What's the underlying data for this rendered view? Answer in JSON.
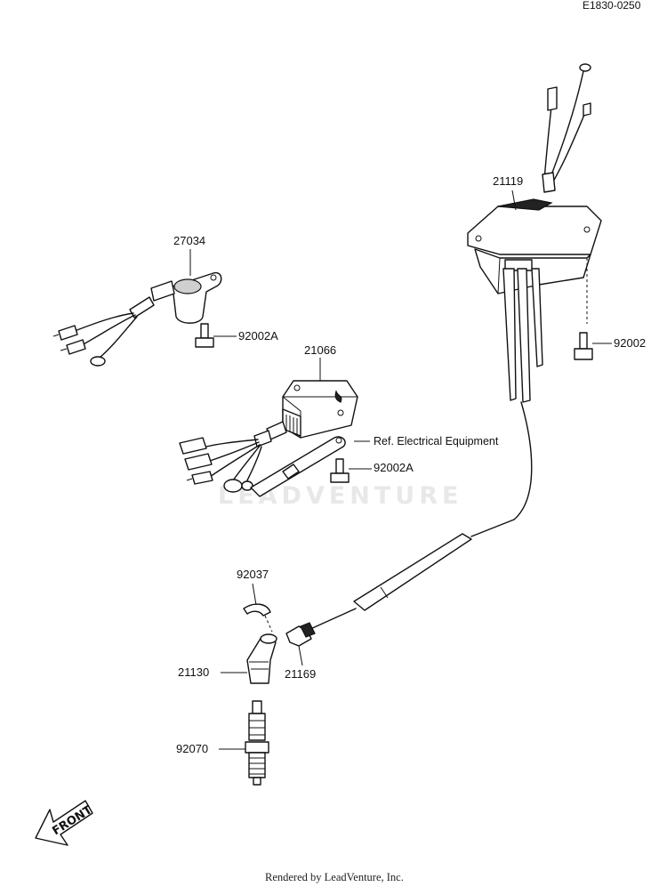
{
  "header": {
    "code": "E1830-0250"
  },
  "watermark": "LEADVENTURE",
  "parts": {
    "p27034": "27034",
    "p92002A_1": "92002A",
    "p21066": "21066",
    "p92002A_2": "92002A",
    "ref": "Ref. Electrical Equipment",
    "p21119": "21119",
    "p92002": "92002",
    "p92037": "92037",
    "p21130": "21130",
    "p21169": "21169",
    "p92070": "92070"
  },
  "front_arrow": {
    "label": "FRONT"
  },
  "footer": {
    "text": "Rendered by LeadVenture, Inc."
  }
}
